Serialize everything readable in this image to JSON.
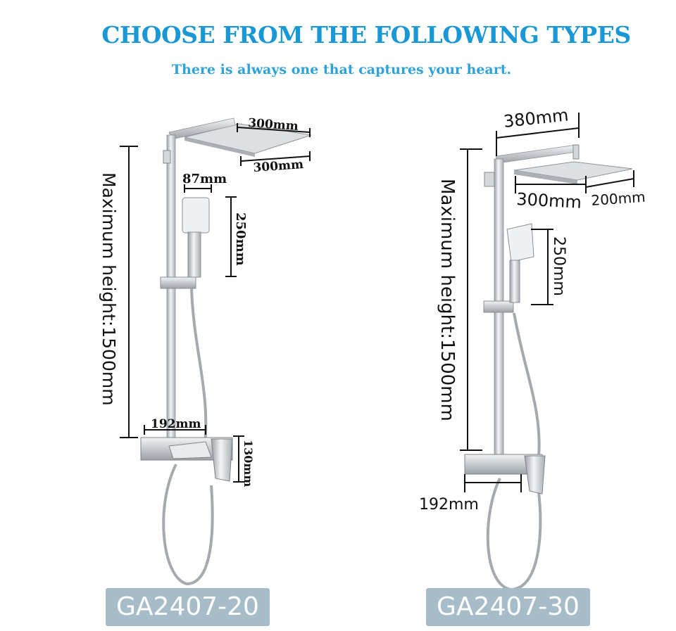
{
  "header": {
    "title": "CHOOSE FROM THE FOLLOWING TYPES",
    "subtitle": "There is always one that captures your heart."
  },
  "colors": {
    "title": "#1a97d5",
    "subtitle": "#2fa2d9",
    "badge_bg": "#a6bdc9",
    "badge_text": "#ffffff",
    "chrome": "#c9ccd0"
  },
  "products": [
    {
      "model": "GA2407-20",
      "dimensions": {
        "head_width": "300mm",
        "head_depth": "300mm",
        "handshower_width": "87mm",
        "handshower_length": "250mm",
        "max_height": "Maximum height:1500mm",
        "mixer_width": "192mm",
        "mixer_height": "130mm"
      }
    },
    {
      "model": "GA2407-30",
      "dimensions": {
        "arm_length": "380mm",
        "head_width": "300mm",
        "head_depth": "200mm",
        "handshower_length": "250mm",
        "max_height": "Maximum height:1500mm",
        "mixer_width": "192mm"
      }
    }
  ]
}
